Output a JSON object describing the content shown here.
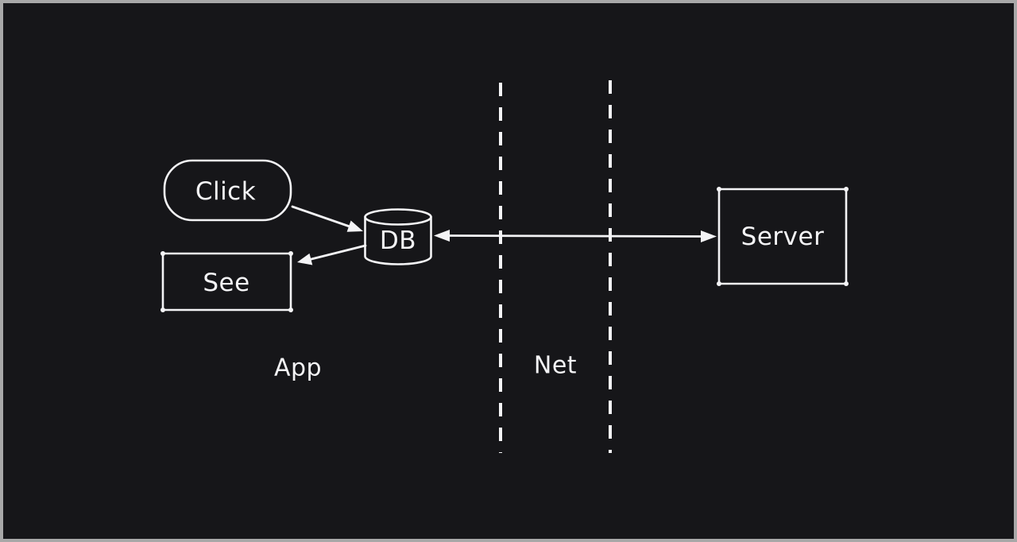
{
  "theme": {
    "canvas_bg": "#161619",
    "stroke_color": "#f4f4f6",
    "frame_border": "#a8a8a8"
  },
  "diagram": {
    "nodes": {
      "click": {
        "label": "Click",
        "shape": "rounded-rectangle"
      },
      "db": {
        "label": "DB",
        "shape": "cylinder"
      },
      "see": {
        "label": "See",
        "shape": "rectangle"
      },
      "server": {
        "label": "Server",
        "shape": "rectangle"
      }
    },
    "zone_labels": {
      "app": {
        "label": "App"
      },
      "net": {
        "label": "Net"
      }
    },
    "edges": [
      {
        "from": "Click",
        "to": "DB",
        "style": "arrow"
      },
      {
        "from": "DB",
        "to": "See",
        "style": "arrow"
      },
      {
        "from": "DB",
        "to": "Server",
        "style": "double-arrow"
      }
    ],
    "boundaries": [
      {
        "name": "net-boundary-left",
        "style": "dashed-vertical"
      },
      {
        "name": "net-boundary-right",
        "style": "dashed-vertical"
      }
    ]
  }
}
